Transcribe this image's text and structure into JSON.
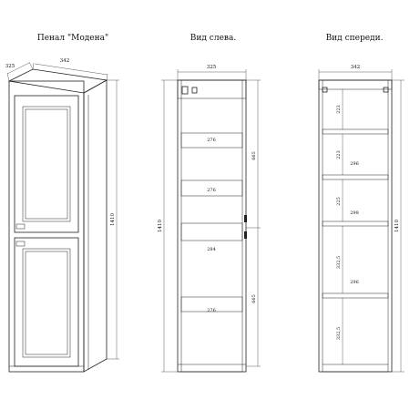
{
  "titles": {
    "isometric": "Пенал \"Модена\"",
    "left": "Вид слева.",
    "front": "Вид спереди."
  },
  "iso": {
    "depth": "325",
    "width": "342",
    "height": "1410"
  },
  "left_view": {
    "width": "325",
    "total_height": "1410",
    "upper_height": "665",
    "lower_height": "665",
    "shelves": [
      "276",
      "276",
      "284",
      "276"
    ]
  },
  "front_view": {
    "width": "342",
    "total_height": "1410",
    "sections": [
      "223",
      "223",
      "225",
      "332,5",
      "332,5"
    ],
    "shelves": [
      "296",
      "298",
      "296"
    ]
  }
}
